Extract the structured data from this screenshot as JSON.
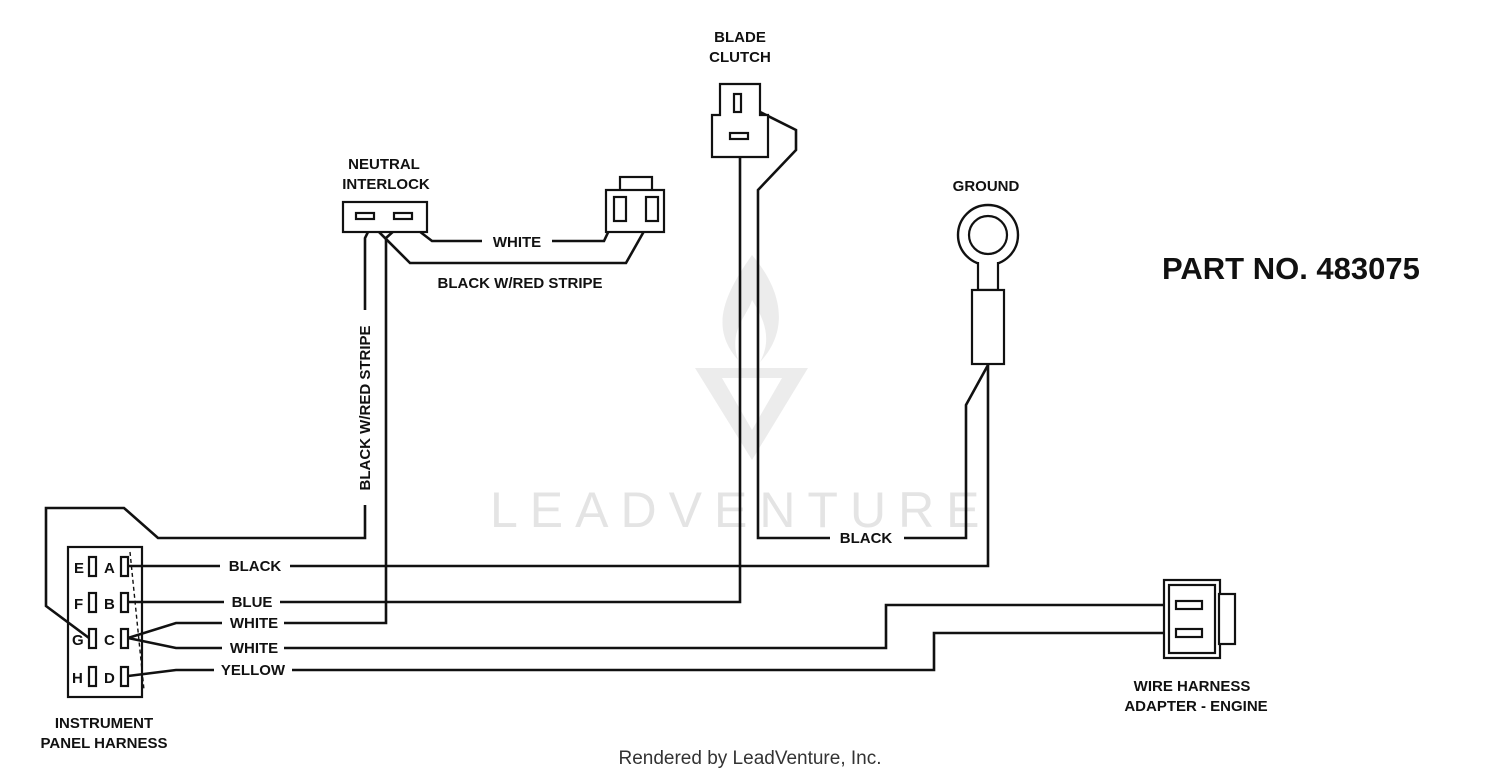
{
  "part_number": "PART NO. 483075",
  "footer": "Rendered by LeadVenture, Inc.",
  "watermark": "LEADVENTURE",
  "components": {
    "blade_clutch": [
      "BLADE",
      "CLUTCH"
    ],
    "neutral_interlock": [
      "NEUTRAL",
      "INTERLOCK"
    ],
    "ground": "GROUND",
    "instrument_panel_harness": [
      "INSTRUMENT",
      "PANEL HARNESS"
    ],
    "wire_harness_adapter": [
      "WIRE HARNESS",
      "ADAPTER - ENGINE"
    ]
  },
  "pins": {
    "left": [
      "E",
      "F",
      "G",
      "H"
    ],
    "right": [
      "A",
      "B",
      "C",
      "D"
    ]
  },
  "wires": {
    "interlock_white": "WHITE",
    "interlock_black_red": "BLACK W/RED STRIPE",
    "vertical_black_red": "BLACK W/RED STRIPE",
    "clutch_ground_black": "BLACK",
    "harness_black": "BLACK",
    "harness_blue": "BLUE",
    "harness_white_1": "WHITE",
    "harness_white_2": "WHITE",
    "harness_yellow": "YELLOW"
  }
}
